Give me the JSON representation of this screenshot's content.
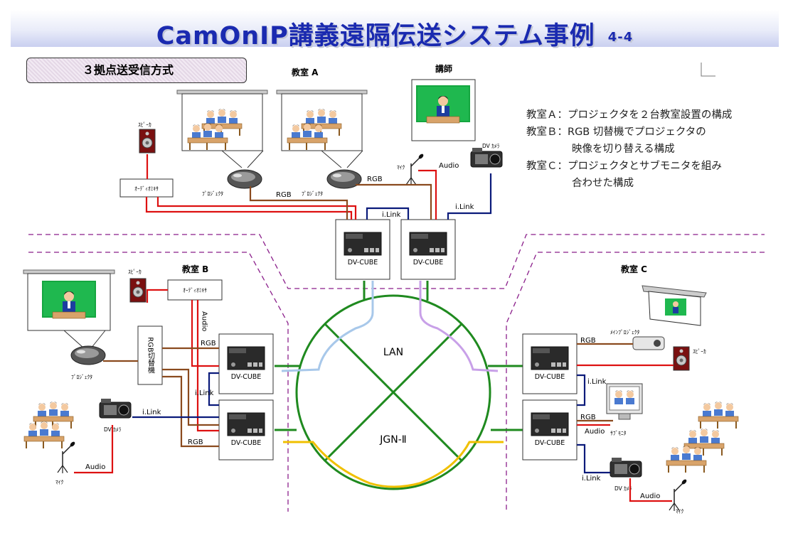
{
  "title": {
    "main": "CamOnIP講義遠隔伝送システム事例",
    "number": "4-4"
  },
  "section_label": "３拠点送受信方式",
  "notes": [
    "教室Ａ：プロジェクタを２台教室設置の構成",
    "教室Ｂ：RGB 切替機でプロジェクタの",
    "映像を切り替える構成",
    "教室Ｃ：プロジェクタとサブモニタを組み",
    "合わせた構成"
  ],
  "sites": {
    "a": "教室 A",
    "lecturer": "講師",
    "b": "教室 B",
    "c": "教室 C"
  },
  "networks": {
    "lan": "LAN",
    "jgn": "JGN-Ⅱ"
  },
  "devices": {
    "dv_cube": "DV-CUBE",
    "speaker_a": "ｽﾋﾟｰｶ",
    "speaker_b": "ｽﾋﾟｰｶ",
    "speaker_c": "ｽﾋﾟｰｶ",
    "mixer": "ｵｰﾃﾞｨｵﾐｷｻ",
    "projector": "ﾌﾟﾛｼﾞｪｸﾀ",
    "main_projector": "ﾒｲﾝﾌﾟﾛｼﾞｪｸﾀ",
    "sub_monitor": "ｻﾌﾞﾓﾆﾀ",
    "dv_camera": "DV ｶﾒﾗ",
    "mic": "ﾏｲｸ",
    "rgb_switcher": "RGB切替機"
  },
  "links": {
    "rgb": "RGB",
    "ilink": "i.Link",
    "audio": "Audio"
  },
  "colors": {
    "title": "#1a2ab0",
    "audio": "#dd1111",
    "rgb": "#8a4a1e",
    "ilink": "#0a1a7a",
    "lan_ring": "#1f8a1f",
    "lan_path_a": "#a8c8ea",
    "lan_path_c": "#c8a0e8",
    "jgn_path": "#f0c000",
    "boundary": "#8b1f8b"
  }
}
